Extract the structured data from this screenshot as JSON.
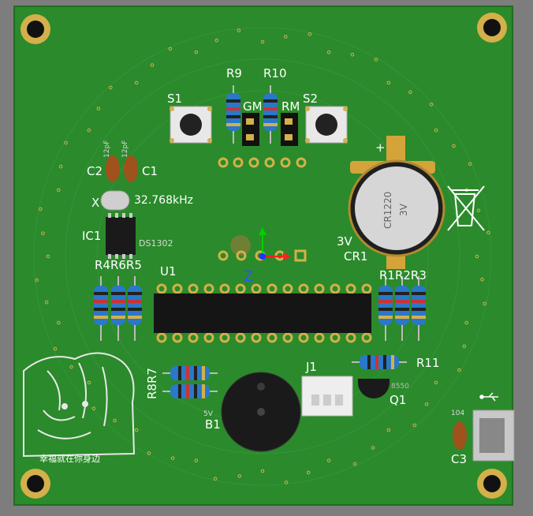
{
  "designators": {
    "r9": "R9",
    "r10": "R10",
    "s1": "S1",
    "s2": "S2",
    "gm": "GM",
    "rm": "RM",
    "c2": "C2",
    "c1": "C1",
    "x": "X",
    "ic1": "IC1",
    "r4r6r5": "R4R6R5",
    "u1": "U1",
    "r1r2r3": "R1R2R3",
    "cr1": "CR1",
    "v3": "3V",
    "j1": "J1",
    "r11": "R11",
    "q1": "Q1",
    "r8r7": "R8R7",
    "b1": "B1",
    "c3": "C3",
    "z": "Z",
    "plus": "+"
  },
  "values": {
    "crystal": "32.768kHz",
    "ic1_part": "DS1302",
    "battery_part": "CR1220",
    "battery_voltage": "3V",
    "cap_c1": "12pF",
    "cap_c2": "12pF",
    "cap_c3": "104",
    "transistor": "8550",
    "buzzer_sticker": "5V"
  },
  "art": {
    "caption": "幸福就在你身边"
  },
  "colors": {
    "board": "#2b8a2b",
    "board_edge": "#237a23",
    "silkscreen": "#ffffff",
    "pad": "#d4b04a",
    "chip": "#1a1a1a",
    "resistor_body": "#2a78c8"
  }
}
